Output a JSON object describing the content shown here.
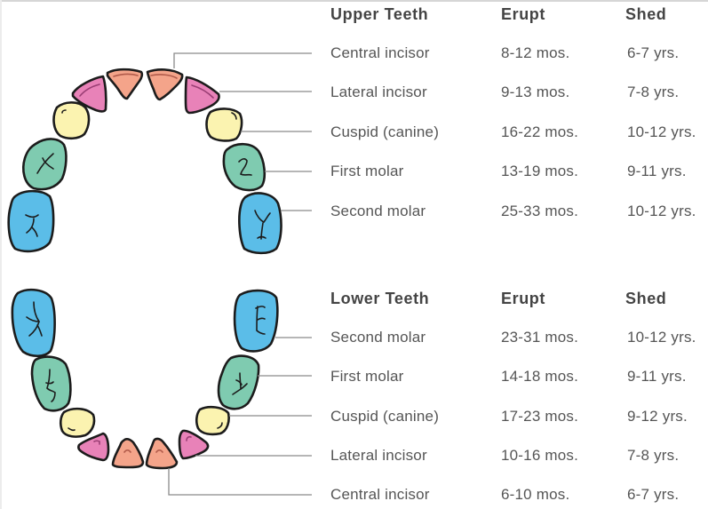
{
  "colors": {
    "central_incisor": "#f4a48a",
    "lateral_incisor": "#e882b8",
    "cuspid": "#fbf3b0",
    "first_molar": "#7fcbb0",
    "second_molar": "#5bbde8",
    "outline": "#1c1c1c",
    "leader_line": "#8a8a8a",
    "text": "#555555",
    "header_text": "#444444"
  },
  "upper": {
    "title": "Upper Teeth",
    "col_erupt": "Erupt",
    "col_shed": "Shed",
    "rows": [
      {
        "tooth": "Central incisor",
        "erupt": "8-12 mos.",
        "shed": "6-7 yrs."
      },
      {
        "tooth": "Lateral incisor",
        "erupt": "9-13 mos.",
        "shed": "7-8 yrs."
      },
      {
        "tooth": "Cuspid (canine)",
        "erupt": "16-22 mos.",
        "shed": "10-12 yrs."
      },
      {
        "tooth": "First  molar",
        "erupt": "13-19 mos.",
        "shed": "9-11 yrs."
      },
      {
        "tooth": "Second molar",
        "erupt": "25-33 mos.",
        "shed": "10-12 yrs."
      }
    ]
  },
  "lower": {
    "title": "Lower Teeth",
    "col_erupt": "Erupt",
    "col_shed": "Shed",
    "rows": [
      {
        "tooth": "Second molar",
        "erupt": "23-31 mos.",
        "shed": "10-12 yrs."
      },
      {
        "tooth": "First  molar",
        "erupt": "14-18 mos.",
        "shed": "9-11 yrs."
      },
      {
        "tooth": "Cuspid (canine)",
        "erupt": "17-23 mos.",
        "shed": "9-12 yrs."
      },
      {
        "tooth": "Lateral incisor",
        "erupt": "10-16 mos.",
        "shed": "7-8 yrs."
      },
      {
        "tooth": "Central incisor",
        "erupt": "6-10 mos.",
        "shed": "6-7 yrs."
      }
    ]
  }
}
